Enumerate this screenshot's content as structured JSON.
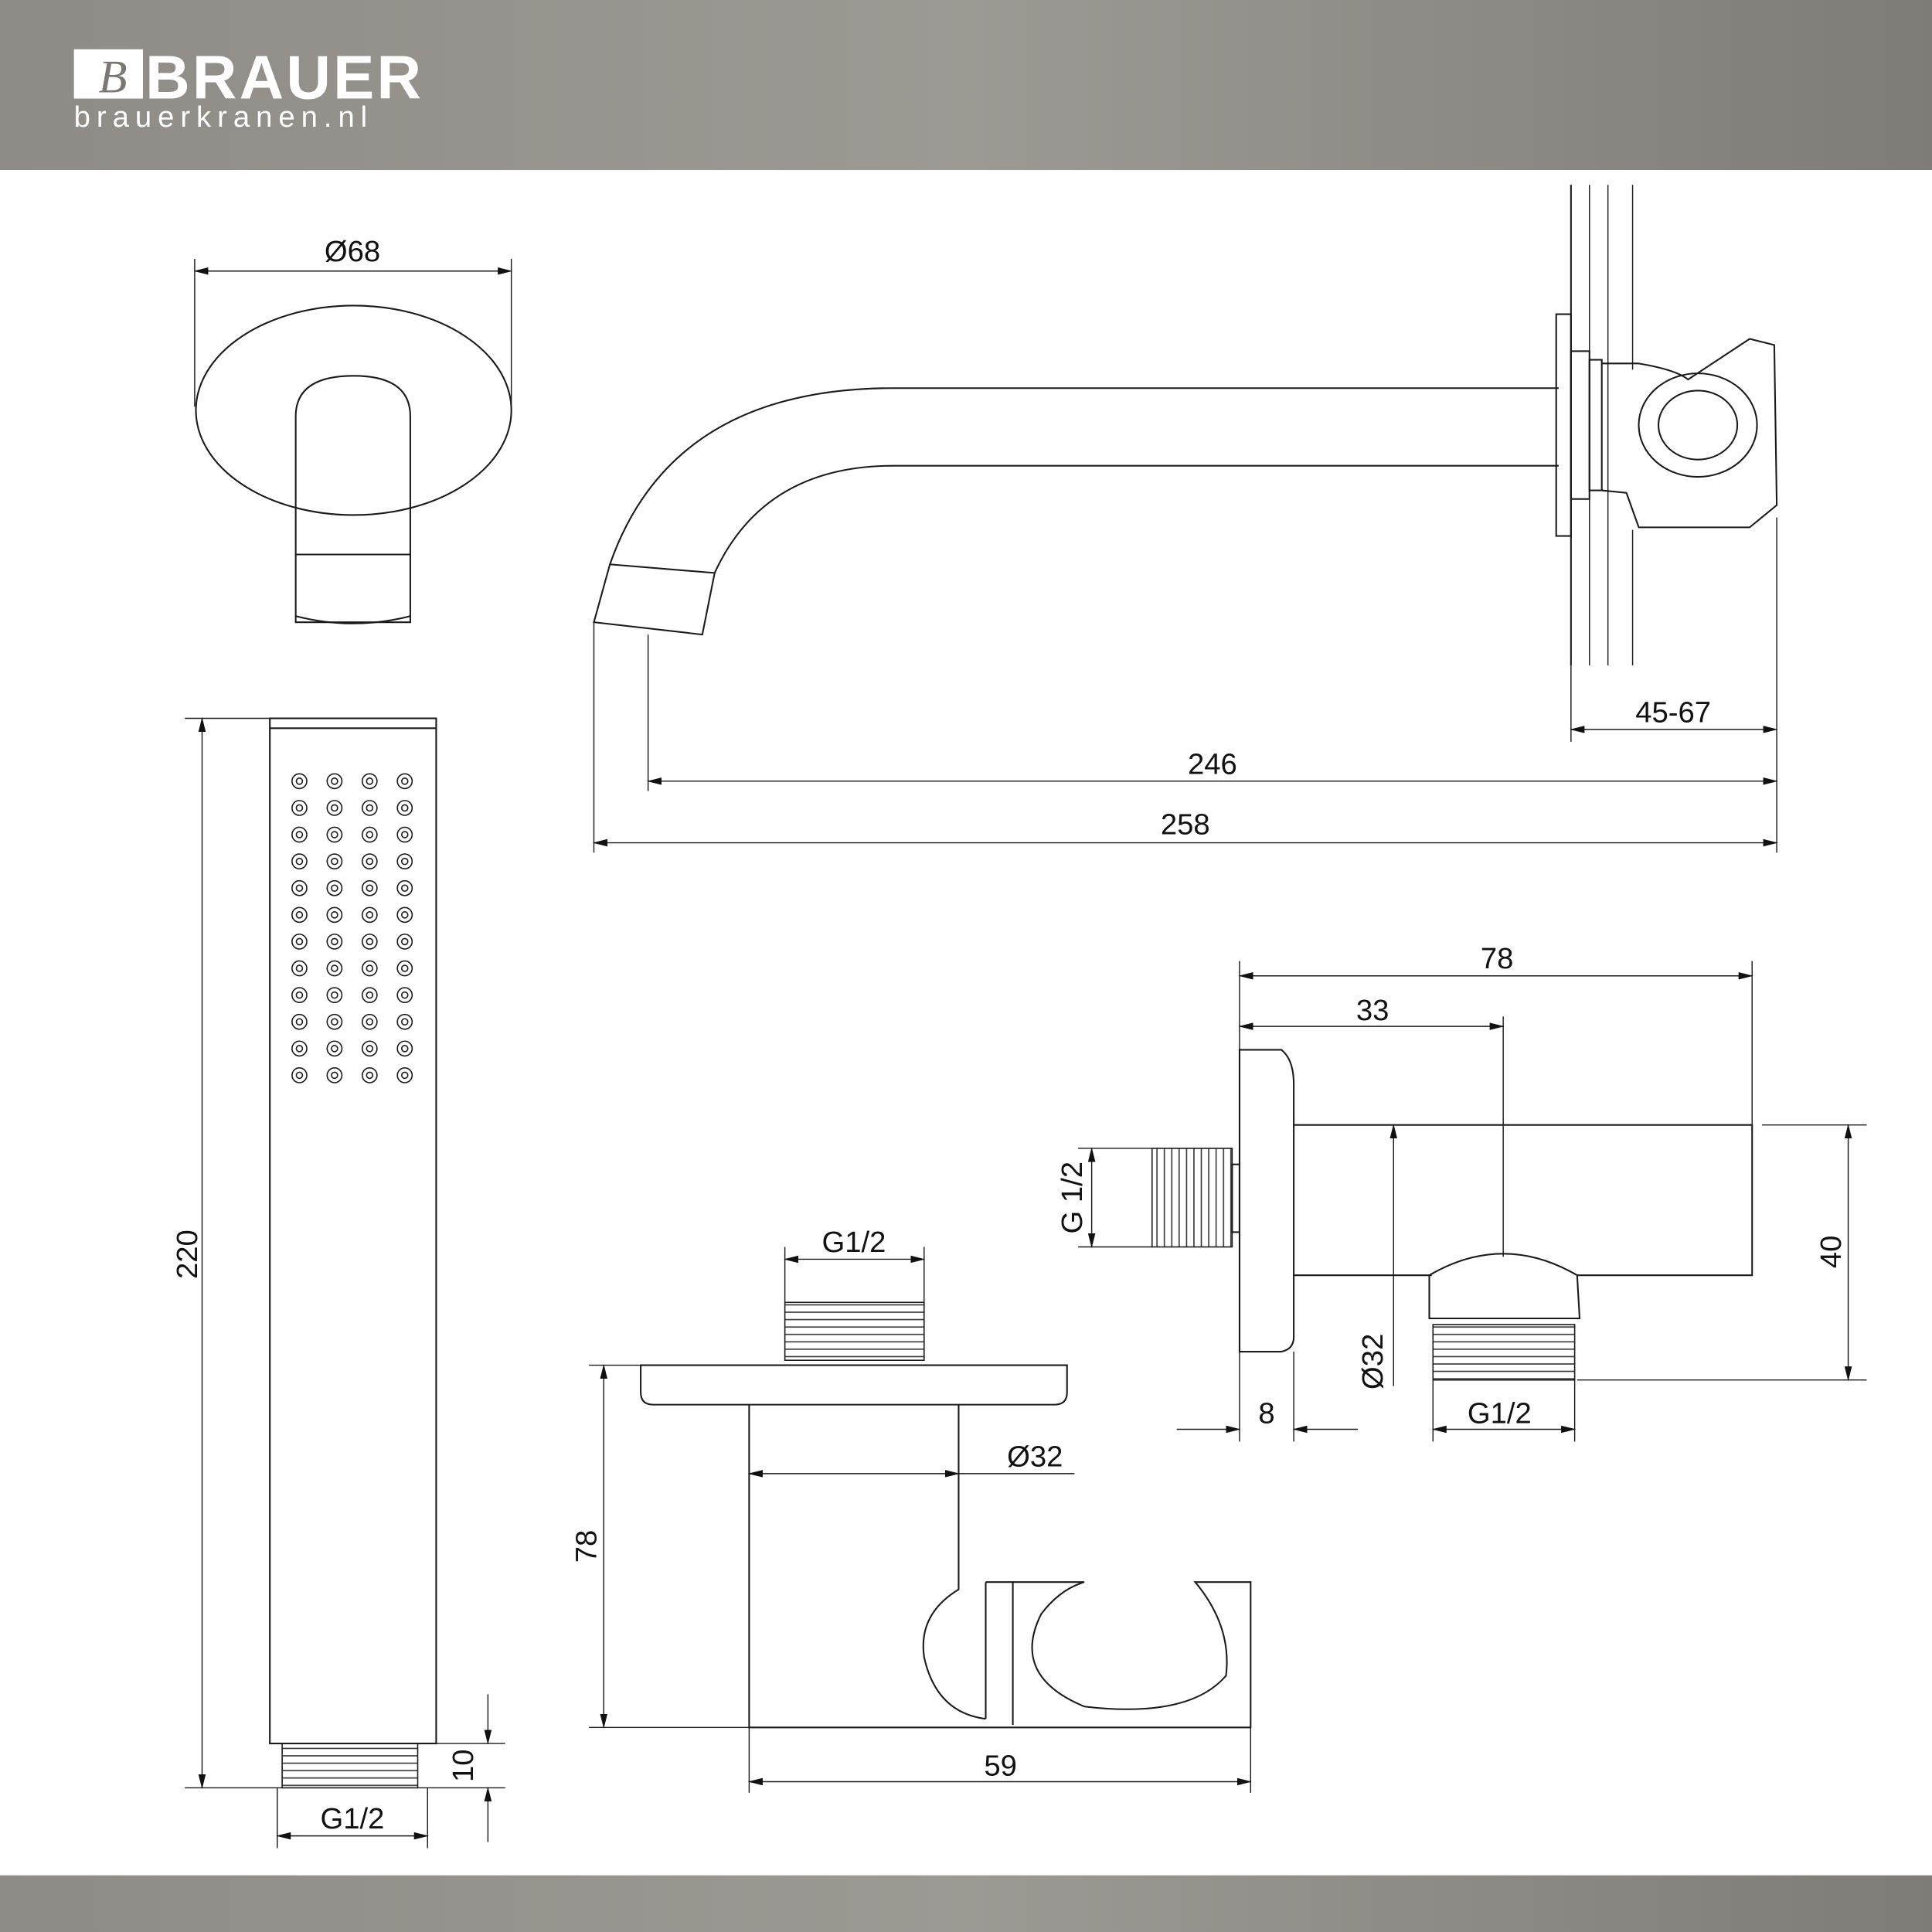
{
  "brand": {
    "name": "BRAUER",
    "website": "brauerkranen.nl"
  },
  "colors": {
    "band": "#8a8782",
    "line": "#1a1a1a"
  },
  "dimensions": {
    "rosette_diameter": "Ø68",
    "wall_range": "45-67",
    "spout_246": "246",
    "spout_258": "258",
    "hand_shower_length": "220",
    "hand_shower_thread": "G1/2",
    "hand_shower_thread_len": "10",
    "holder_width": "78",
    "holder_offset": "33",
    "holder_inlet_thread": "G 1/2",
    "holder_height": "40",
    "holder_outlet_diameter": "Ø32",
    "holder_plate": "8",
    "holder_outlet_thread": "G1/2",
    "bracket_thread": "G1/2",
    "bracket_diameter": "Ø32",
    "bracket_height": "78",
    "bracket_width": "59"
  },
  "nozzles": {
    "rows": 12,
    "cols": 4
  }
}
